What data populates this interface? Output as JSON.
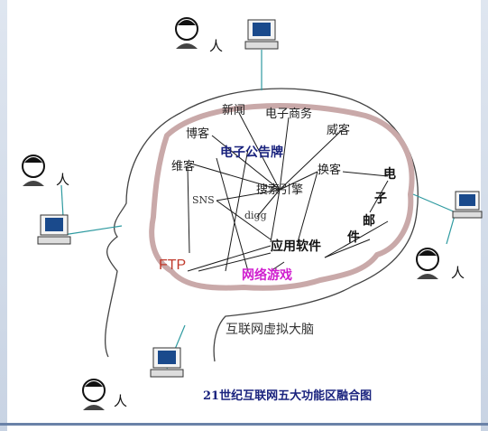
{
  "colors": {
    "head_outline": "#c9a9a9",
    "link_line": "#1a1a1a",
    "network_line": "#2e9aa0",
    "ftp": "#c0392b",
    "game": "#d01ecf",
    "bbs": "#1a237e"
  },
  "nodes": {
    "xinwen": "新闻",
    "dianzi_shangwu": "电子商务",
    "boke": "博客",
    "weike": "威客",
    "dianzi_gonggaopai": "电子公告牌",
    "weike2": "维客",
    "huanke": "换客",
    "sousuo_yinqing": "搜索引擎",
    "sns": "SNS",
    "digg": "digg",
    "dian": "电",
    "zi": "子",
    "you": "邮",
    "jian": "件",
    "yingyong_ruanjian": "应用软件",
    "ftp": "FTP",
    "wangluo_youxi": "网络游戏"
  },
  "head_caption": "互联网虚拟大脑",
  "figure_caption": "21世纪互联网五大功能区融合图",
  "people": [
    {
      "label": "人",
      "icon": "person-icon"
    },
    {
      "label": "人",
      "icon": "person-icon"
    },
    {
      "label": "人",
      "icon": "person-icon"
    },
    {
      "label": "人",
      "icon": "person-icon"
    }
  ]
}
